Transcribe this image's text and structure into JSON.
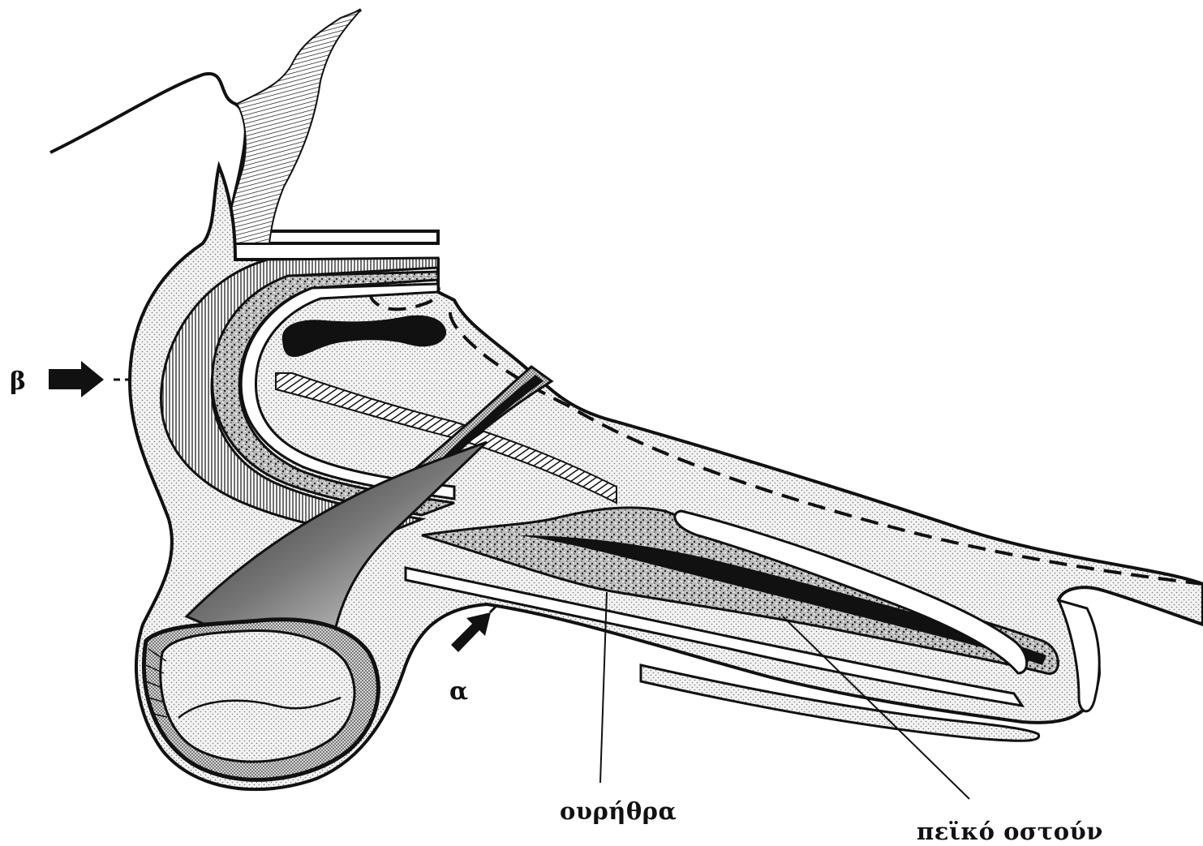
{
  "diagram": {
    "labels": {
      "beta": "β",
      "alpha": "α",
      "urethra": "ουρήθρα",
      "os_penis": "πεϊκό οστούν"
    },
    "colors": {
      "ink": "#111111",
      "paper": "#ffffff",
      "stipple_light": "#eeeeee",
      "stipple_dark": "#9a9a9a",
      "speckle": "#7a7a7a"
    }
  }
}
